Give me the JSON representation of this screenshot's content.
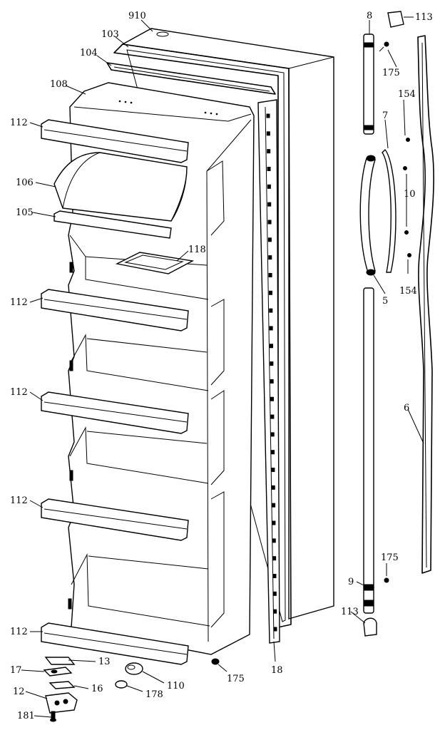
{
  "callouts": {
    "c910": "910",
    "c103": "103",
    "c104": "104",
    "c108": "108",
    "c112a": "112",
    "c106": "106",
    "c105": "105",
    "c118": "118",
    "c112b": "112",
    "c112c": "112",
    "c112d": "112",
    "c112e": "112",
    "c13": "13",
    "c17": "17",
    "c16": "16",
    "c12": "12",
    "c181": "181",
    "c110": "110",
    "c178": "178",
    "c175a": "175",
    "c18": "18",
    "c8": "8",
    "c113a": "113",
    "c175b": "175",
    "c154a": "154",
    "c7": "7",
    "c10": "10",
    "c154b": "154",
    "c5": "5",
    "c6": "6",
    "c175c": "175",
    "c9": "9",
    "c113b": "113"
  }
}
